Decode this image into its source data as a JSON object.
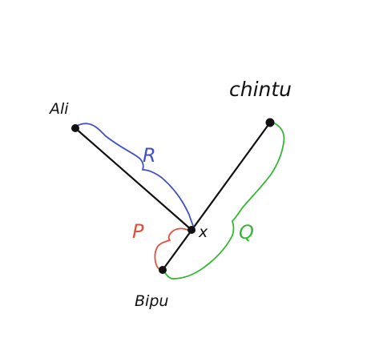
{
  "nodes": {
    "ali": {
      "label": "Ali"
    },
    "bipu": {
      "label": "Bipu"
    },
    "chintu": {
      "label": "chintu"
    },
    "x": {
      "label": "x"
    }
  },
  "segments": {
    "R": {
      "label": "R",
      "color": "#3f50c8"
    },
    "P": {
      "label": "P",
      "color": "#e0503c"
    },
    "Q": {
      "label": "Q",
      "color": "#34b834"
    }
  },
  "colors": {
    "line": "#111111",
    "point": "#111111"
  }
}
